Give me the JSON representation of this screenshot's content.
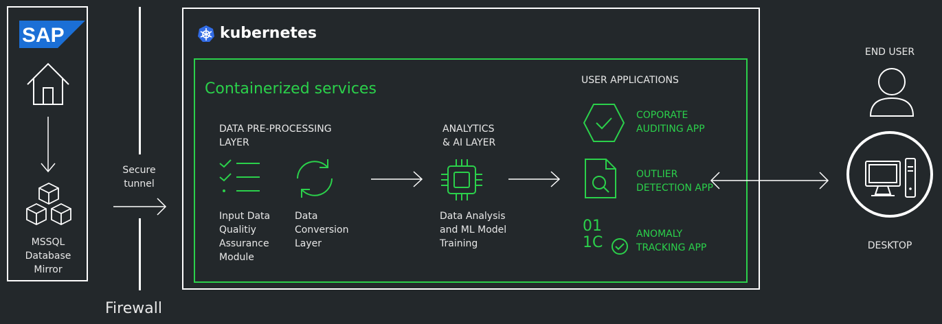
{
  "sap": {
    "logo_text": "SAP",
    "db_label": "MSSQL\nDatabase\nMirror"
  },
  "firewall": {
    "tunnel_label": "Secure\ntunnel",
    "label": "Firewall"
  },
  "kubernetes": {
    "title": "kubernetes",
    "section_title": "Containerized services",
    "preprocessing": {
      "heading": "DATA PRE-PROCESSING\nLAYER",
      "module1": "Input Data\nQualitiy\nAssurance\nModule",
      "module2": "Data\nConversion\nLayer"
    },
    "analytics": {
      "heading": "ANALYTICS\n& AI LAYER",
      "module": "Data Analysis\nand ML Model\nTraining"
    },
    "apps": {
      "heading": "USER APPLICATIONS",
      "app1": "COPORATE\nAUDITING APP",
      "app2": "OUTLIER\nDETECTION APP",
      "app3": "ANOMALY\nTRACKING APP",
      "binary_text": "01\n1C"
    }
  },
  "end_user": {
    "heading": "END USER",
    "device_label": "DESKTOP"
  },
  "colors": {
    "background": "#23282b",
    "accent_green": "#2bd14b",
    "line_white": "#ffffff",
    "k8s_blue": "#326ce5",
    "sap_blue": "#1b6fd6"
  }
}
